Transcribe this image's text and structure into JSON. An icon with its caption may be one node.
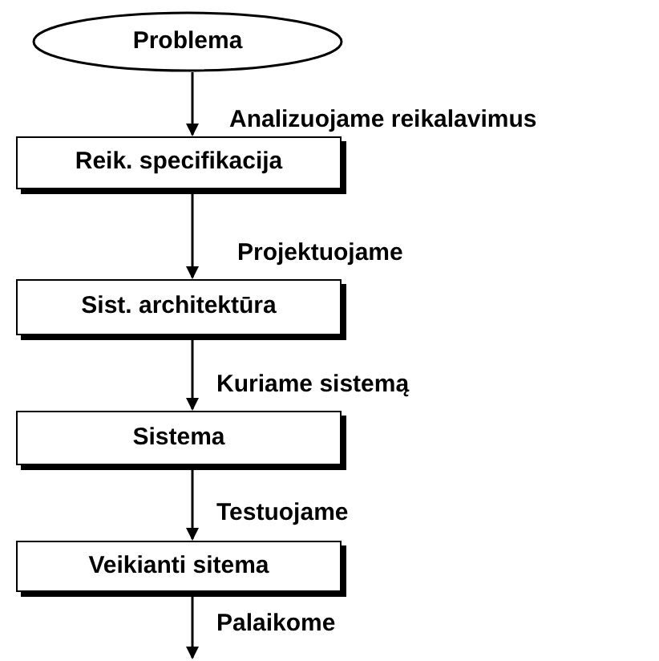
{
  "diagram": {
    "nodes": [
      {
        "text": [
          "Problema"
        ]
      },
      {
        "text": [
          "Reik. specifikacija"
        ]
      },
      {
        "text": [
          "Sist. architektūra"
        ]
      },
      {
        "text": [
          "Sistema"
        ]
      },
      {
        "text": [
          "Veikianti sitema"
        ]
      }
    ],
    "edges": [
      {
        "from": 0,
        "to": 1,
        "arrow": "to",
        "label": "Analizuojame reikalavimus"
      },
      {
        "from": 1,
        "to": 2,
        "arrow": "to",
        "label": "Projektuojame"
      },
      {
        "from": 2,
        "to": 3,
        "arrow": "to",
        "label": "Kuriame sistemą"
      },
      {
        "from": 3,
        "to": 4,
        "arrow": "to",
        "label": "Testuojame"
      },
      {
        "from": 4,
        "to": null,
        "arrow": "to",
        "label": "Palaikome"
      }
    ]
  }
}
